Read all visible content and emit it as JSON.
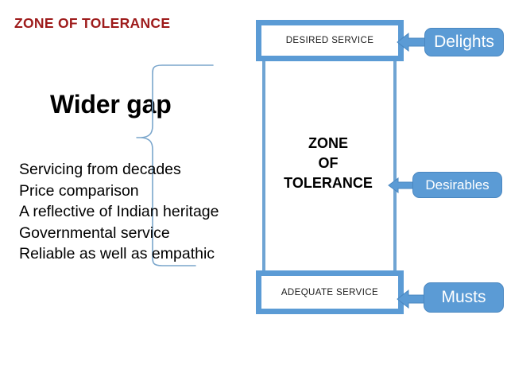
{
  "slide": {
    "title": "ZONE OF TOLERANCE",
    "heading": "Wider gap",
    "attributes": [
      "Servicing from decades",
      "Price comparison",
      "A reflective of Indian heritage",
      "Governmental service",
      "Reliable as well as empathic"
    ],
    "diagram": {
      "top_box_label": "DESIRED SERVICE",
      "bottom_box_label": "ADEQUATE SERVICE",
      "center_line_1": "ZONE",
      "center_line_2": "OF",
      "center_line_3": "TOLERANCE",
      "callouts": [
        {
          "label": "Delights"
        },
        {
          "label": "Desirables"
        },
        {
          "label": "Musts"
        }
      ]
    }
  },
  "colors": {
    "title_red": "#9E1B1B",
    "diagram_blue": "#5B9BD5",
    "rail_blue": "#6FA4D3",
    "brace_blue": "#7AA6CC",
    "text_black": "#000000",
    "background": "#ffffff"
  }
}
